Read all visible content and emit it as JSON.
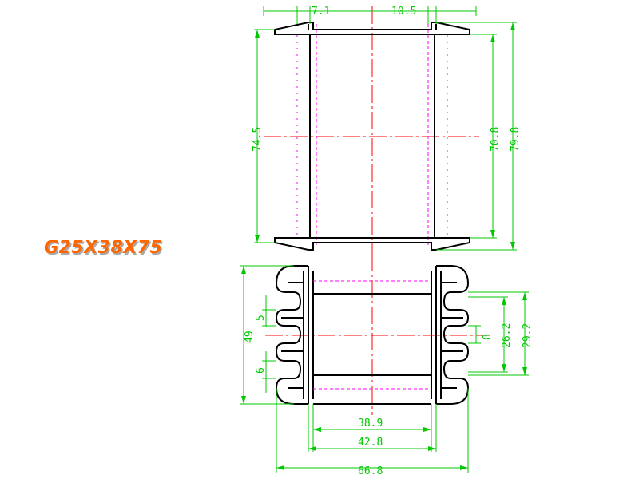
{
  "title": "G25X38X75",
  "dims": {
    "top_left_offset": "7.1",
    "top_right_offset": "10.5",
    "height_left": "74.5",
    "height_inner": "70.8",
    "height_overall": "79.8",
    "bottom_overall_height": "49",
    "pitch_5": "5",
    "pitch_6": "6",
    "slot_8": "8",
    "slot_26_2": "26.2",
    "slot_29_2": "29.2",
    "width_38_9": "38.9",
    "width_42_8": "42.8",
    "width_66_8": "66.8"
  },
  "colors": {
    "outline": "#000000",
    "dimension": "#00c800",
    "centerline": "#ff0000",
    "hidden": "#ff00ff",
    "title": "#ff6600"
  }
}
